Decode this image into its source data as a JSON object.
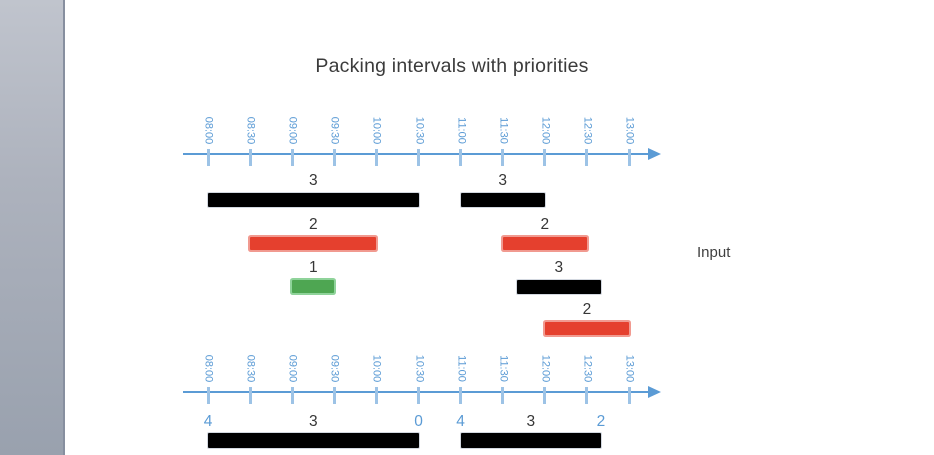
{
  "slide": {
    "title": "Packing intervals with priorities",
    "input_label": "Input"
  },
  "chart_data": {
    "type": "interval-diagram",
    "title": "Packing intervals with priorities",
    "time_axis": {
      "start": "08:00",
      "end": "13:00",
      "step_minutes": 30,
      "ticks": [
        "08:00",
        "08:30",
        "09:00",
        "09:30",
        "10:00",
        "10:30",
        "11:00",
        "11:30",
        "12:00",
        "12:30",
        "13:00"
      ]
    },
    "input_intervals": [
      {
        "row": 0,
        "start": "08:00",
        "end": "10:30",
        "priority": "3",
        "color": "black"
      },
      {
        "row": 0,
        "start": "11:00",
        "end": "12:00",
        "priority": "3",
        "color": "black"
      },
      {
        "row": 1,
        "start": "08:30",
        "end": "10:00",
        "priority": "2",
        "color": "red"
      },
      {
        "row": 1,
        "start": "11:30",
        "end": "12:30",
        "priority": "2",
        "color": "red"
      },
      {
        "row": 2,
        "start": "09:00",
        "end": "09:30",
        "priority": "1",
        "color": "green"
      },
      {
        "row": 2,
        "start": "11:40",
        "end": "12:40",
        "priority": "3",
        "color": "black"
      },
      {
        "row": 3,
        "start": "12:00",
        "end": "13:00",
        "priority": "2",
        "color": "red"
      }
    ],
    "output_intervals": [
      {
        "start": "08:00",
        "end": "10:30",
        "left_label": "4",
        "mid_label": "3",
        "right_label": "0"
      },
      {
        "start": "11:00",
        "end": "12:40",
        "left_label": "4",
        "mid_label": "3",
        "right_label": "2"
      }
    ],
    "colors": {
      "black": "#000000",
      "red": "#e5402e",
      "green": "#4ea652",
      "axis_blue": "#5b9bd5",
      "tick_blue": "#9dc3e6",
      "label_dark": "#363636"
    }
  }
}
